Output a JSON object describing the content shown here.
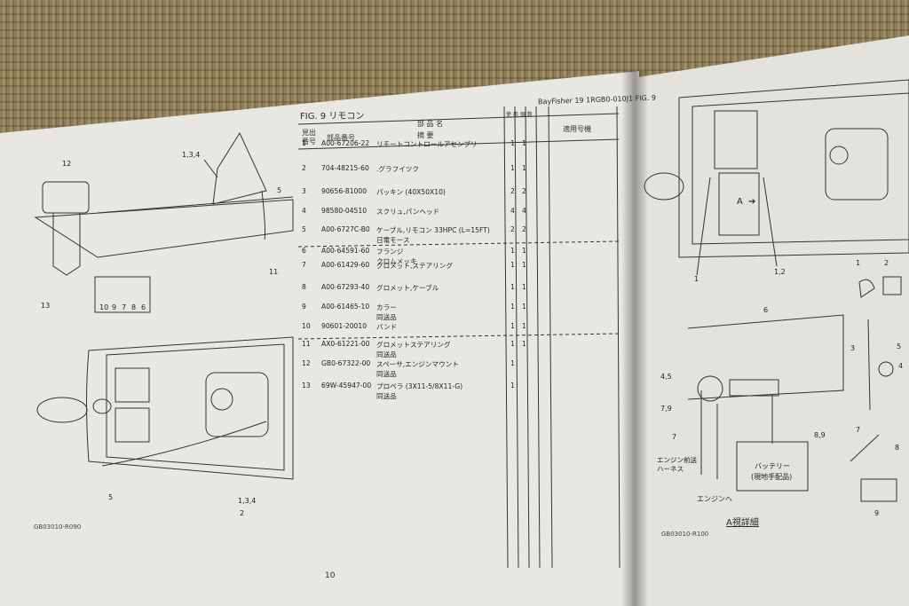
{
  "left_page": {
    "fig_title": "FIG. 9 リモコン",
    "header_right": "BayFisher 19 1RGB0-010J1 FIG. 9",
    "table_headers": {
      "ref_no": "見出 番号",
      "part_no": "部品番号",
      "name": "部 品 名",
      "description": "摘 要",
      "usage": "使 用 個 数",
      "model": "適用号機"
    },
    "rows": [
      {
        "no": "1",
        "part": "A00-67206-22",
        "name": "リモートコントロールアセンブリ",
        "q1": "1",
        "q2": "1"
      },
      {
        "no": "2",
        "part": "704-48215-60",
        "name": ".グラフイツク",
        "q1": "1",
        "q2": "1"
      },
      {
        "no": "3",
        "part": "90656-81000",
        "name": "パッキン (40X50X10)",
        "q1": "2",
        "q2": "2"
      },
      {
        "no": "4",
        "part": "98580-04510",
        "name": "スクリュ,パンヘッド",
        "q1": "4",
        "q2": "4"
      },
      {
        "no": "5",
        "part": "A00-6727C-B0",
        "name": "ケーブル,リモコン 33HPC (L=15FT)",
        "name2": "日電モース",
        "q1": "2",
        "q2": "2"
      },
      {
        "no": "6",
        "part": "A00-64591-60",
        "name": "フランジ",
        "name2": "クロムメッキ",
        "q1": "1",
        "q2": "1"
      },
      {
        "no": "7",
        "part": "A00-61429-60",
        "name": "グロメット,ステアリング",
        "q1": "1",
        "q2": "1"
      },
      {
        "no": "8",
        "part": "A00-67293-40",
        "name": "グロメット,ケーブル",
        "q1": "1",
        "q2": "1"
      },
      {
        "no": "9",
        "part": "A00-61465-10",
        "name": "カラー",
        "name2": "同送品",
        "q1": "1",
        "q2": "1"
      },
      {
        "no": "10",
        "part": "90601-20010",
        "name": "バンド",
        "q1": "1",
        "q2": "1"
      },
      {
        "no": "11",
        "part": "AX0-61221-00",
        "name": "グロメットステアリング",
        "name2": "同送品",
        "q1": "1",
        "q2": "1"
      },
      {
        "no": "12",
        "part": "GB0-67322-00",
        "name": "スペーサ,エンジンマウント",
        "name2": "同送品",
        "q1": "1",
        "q2": ""
      },
      {
        "no": "13",
        "part": "69W-45947-00",
        "name": "プロペラ (3X11-5/8X11-G)",
        "name2": "同送品",
        "q1": "1",
        "q2": ""
      }
    ],
    "diagram_labels": {
      "top": [
        "12",
        "1,3,4",
        "5",
        "11",
        "13",
        "10",
        "9",
        "7",
        "8",
        "6"
      ],
      "bottom": [
        "5",
        "1,3,4",
        "2"
      ]
    },
    "drawing_code": "GB03010-R090",
    "page_number": "10"
  },
  "right_page": {
    "labels": {
      "one": "1",
      "one_two": "1,2",
      "a_arrow": "A",
      "six": "6",
      "four_five": "4,5",
      "seven_nine": "7,9",
      "seven": "7",
      "eight_nine": "8,9",
      "engine_harness": "エンジン前送 ハーネス",
      "to_engine": "エンジンへ",
      "battery": "バッテリー",
      "battery_note": "(現地手配品)",
      "detail_title": "A視詳細",
      "parts_nums": [
        "1",
        "2",
        "3",
        "4",
        "5",
        "7",
        "8",
        "9"
      ]
    },
    "drawing_code": "GB03010-R100"
  }
}
